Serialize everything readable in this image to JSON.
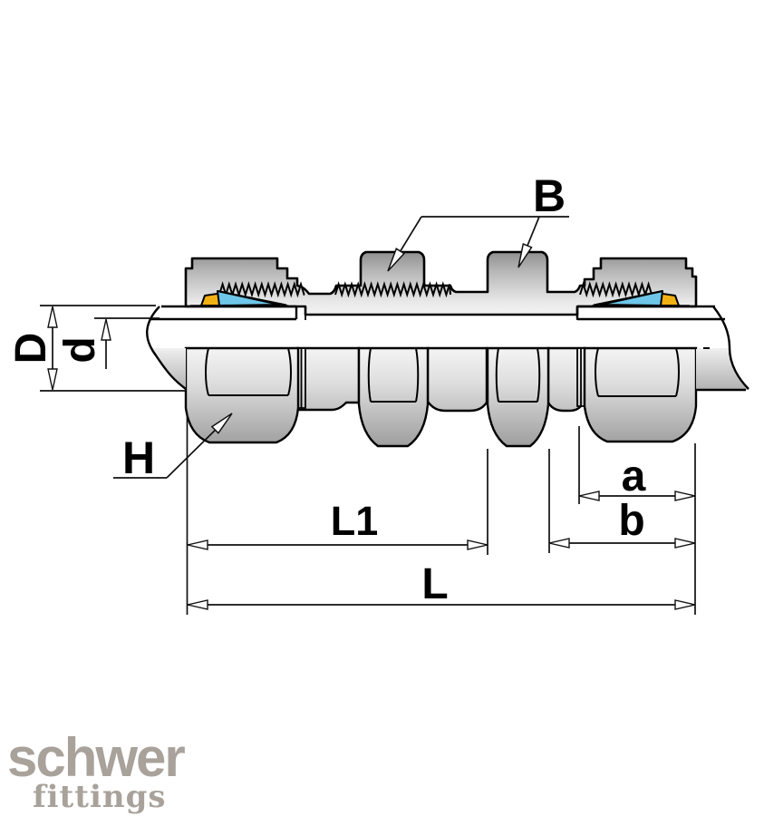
{
  "page": {
    "background": "#ffffff"
  },
  "drawing": {
    "type": "technical-section-drawing",
    "dimension_labels": {
      "B": "B",
      "D": "D",
      "d": "d",
      "H": "H",
      "a": "a",
      "b": "b",
      "L1": "L1",
      "L": "L"
    },
    "colors": {
      "outline": "#000000",
      "ferrule_front": "#6ec6e8",
      "ferrule_back": "#f2b113",
      "metal_dark": "#8e8e8e",
      "metal_light": "#f6f6f6"
    }
  },
  "logo": {
    "brand": "schwer",
    "subtitle": "fittings",
    "color": "#a8a29b"
  }
}
